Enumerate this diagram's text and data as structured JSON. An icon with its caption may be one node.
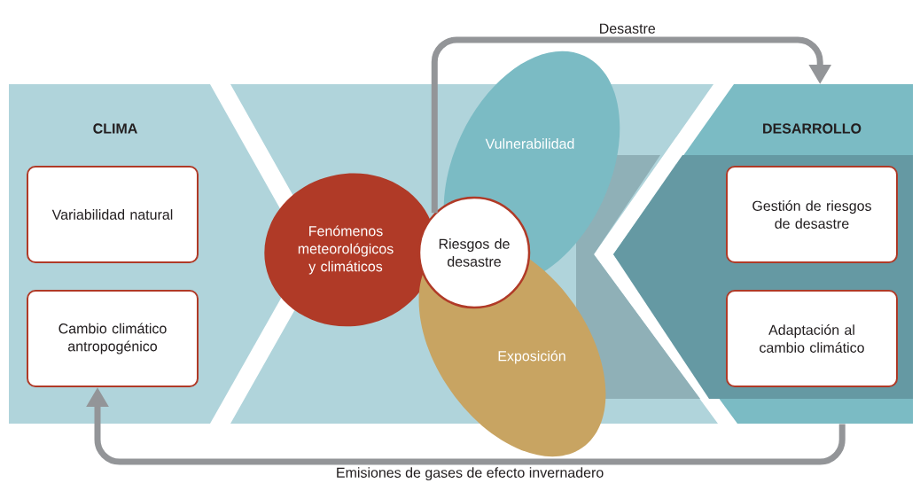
{
  "diagram": {
    "nodes": [
      {
        "text": [
          "CLIMA"
        ]
      },
      {
        "text": [
          "Variabilidad natural"
        ],
        "in": 0
      },
      {
        "text": [
          "Cambio climático antropogénico"
        ],
        "in": 0
      },
      {
        "text": [
          "Fenómenos meteorológicos y climáticos"
        ]
      },
      {
        "text": [
          "Vulnerabilidad"
        ]
      },
      {
        "text": [
          "Exposición"
        ]
      },
      {
        "text": [
          "Riesgos de desastre"
        ]
      },
      {
        "text": [
          "DESARROLLO"
        ]
      },
      {
        "text": [
          "Gestión de riesgos de desastre"
        ],
        "in": 7
      },
      {
        "text": [
          "Adaptación al cambio climático"
        ],
        "in": 7
      }
    ],
    "edges": [
      {
        "from": 6,
        "to": 7,
        "arrow": "to",
        "label": "Desastre"
      },
      {
        "from": 7,
        "to": 2,
        "arrow": "to",
        "label": "Emisiones de gases de efecto invernadero"
      }
    ]
  }
}
